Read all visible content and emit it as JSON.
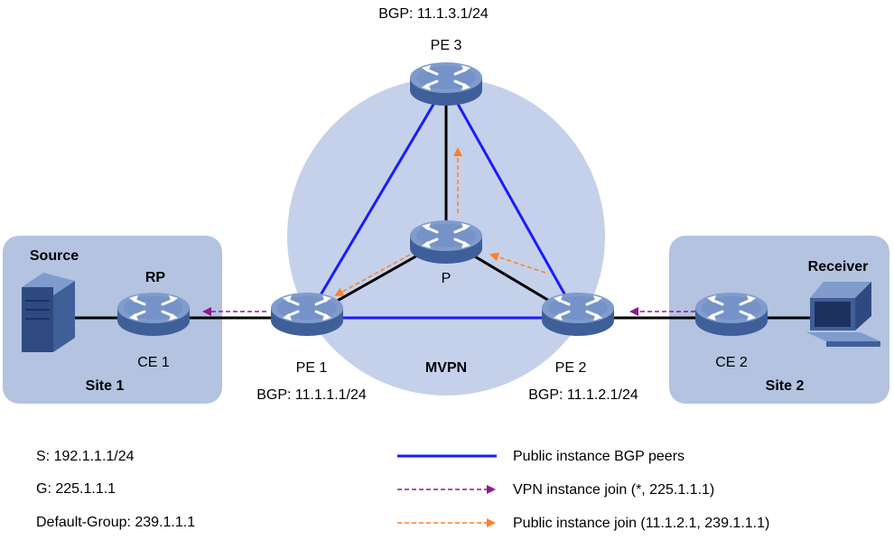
{
  "colors": {
    "site_fill": "#b3c3e0",
    "mvpn_circle": "#c5d1ea",
    "bgp_line": "#1a1aff",
    "vpn_join": "#8b1a8b",
    "public_join": "#ff7f27",
    "device_body": "#4f6fa8",
    "device_top": "#7f9ccc"
  },
  "labels": {
    "pe3_bgp": "BGP: 11.1.3.1/24",
    "pe3": "PE 3",
    "p": "P",
    "pe1": "PE 1",
    "pe1_bgp": "BGP: 11.1.1.1/24",
    "pe2": "PE 2",
    "pe2_bgp": "BGP: 11.1.2.1/24",
    "mvpn": "MVPN",
    "rp": "RP",
    "ce1": "CE 1",
    "ce2": "CE 2",
    "source": "Source",
    "receiver": "Receiver",
    "site1": "Site 1",
    "site2": "Site 2"
  },
  "info": {
    "s": "S: 192.1.1.1/24",
    "g": "G: 225.1.1.1",
    "default_group": "Default-Group: 239.1.1.1"
  },
  "legend": [
    {
      "icon": "solid-line-icon",
      "label": "Public instance BGP peers"
    },
    {
      "icon": "dashed-arrow-icon",
      "label": "VPN instance join (*, 225.1.1.1)"
    },
    {
      "icon": "dashed-arrow-icon",
      "label": "Public instance join (11.1.2.1, 239.1.1.1)"
    }
  ]
}
